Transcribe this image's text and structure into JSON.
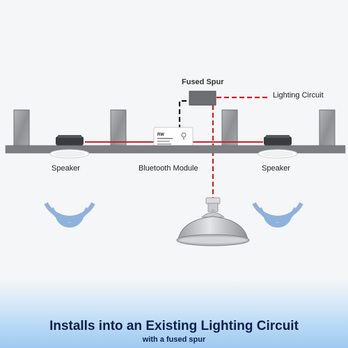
{
  "labels": {
    "fused_spur": "Fused Spur",
    "lighting_circuit": "Lighting Circuit",
    "speaker_left": "Speaker",
    "bluetooth_module": "Bluetooth Module",
    "speaker_right": "Speaker"
  },
  "banner": {
    "title": "Installs into an Existing Lighting Circuit",
    "subtitle": "with a fused spur"
  },
  "colors": {
    "wire_red": "#d02020",
    "wire_black": "#111111",
    "ceiling": "#7d7f83",
    "joist": "#9a9ca0",
    "sound_wave": "#8fb2dc",
    "banner_text": "#0c1f4f"
  },
  "icons": {
    "speaker": "ceiling-speaker-icon",
    "module": "bluetooth-module-icon",
    "lamp": "pendant-lamp-icon",
    "waves": "sound-wave-icon"
  }
}
